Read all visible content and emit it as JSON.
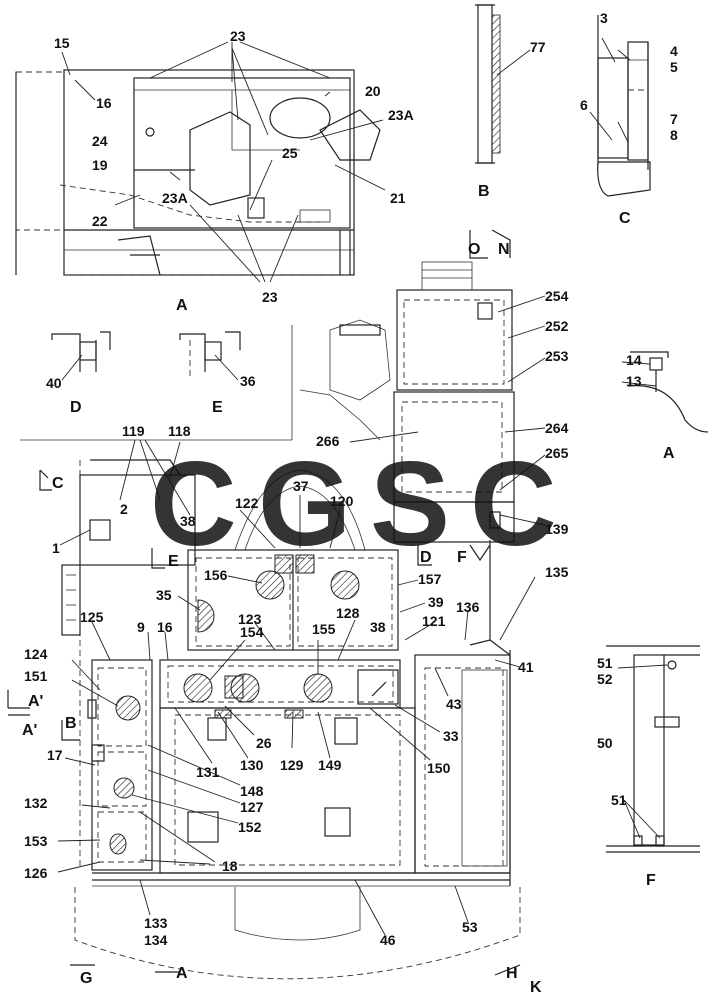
{
  "watermark": {
    "letters": [
      {
        "char": "C",
        "color": "#4f86e8"
      },
      {
        "char": "G",
        "color": "#e8675a"
      },
      {
        "char": "S",
        "color": "#f2c744"
      },
      {
        "char": "C",
        "color": "#3fa877"
      }
    ]
  },
  "view_labels": {
    "A_top": "A",
    "A_small": "A",
    "A_bottom": "A",
    "B": "B",
    "C": "C",
    "D": "D",
    "E": "E",
    "F": "F",
    "G": "G",
    "H": "H",
    "K": "K",
    "O": "O",
    "N": "N",
    "marker_C": "C",
    "marker_E": "E",
    "marker_D": "D",
    "marker_F": "F",
    "marker_A1": "A'",
    "marker_A2": "A'",
    "marker_B": "B"
  },
  "callouts": {
    "c15": "15",
    "c16a": "16",
    "c23a": "23",
    "c20": "20",
    "c23Aa": "23A",
    "c24": "24",
    "c25": "25",
    "c19": "19",
    "c21": "21",
    "c22": "22",
    "c23Ab": "23A",
    "c23b": "23",
    "c77": "77",
    "c3": "3",
    "c4": "4",
    "c5": "5",
    "c6": "6",
    "c7": "7",
    "c8": "8",
    "c254": "254",
    "c252": "252",
    "c253": "253",
    "c14": "14",
    "c13": "13",
    "c40": "40",
    "c36": "36",
    "c266": "266",
    "c264": "264",
    "c265": "265",
    "c139": "139",
    "c119": "119",
    "c118": "118",
    "c2": "2",
    "c1": "1",
    "c38a": "38",
    "c122": "122",
    "c37": "37",
    "c120": "120",
    "c156": "156",
    "c157": "157",
    "c135": "135",
    "c35": "35",
    "c39": "39",
    "c136": "136",
    "c123": "123",
    "c128": "128",
    "c121": "121",
    "c38b": "38",
    "c125": "125",
    "c9": "9",
    "c16b": "16",
    "c154": "154",
    "c155": "155",
    "c41": "41",
    "c124": "124",
    "c151": "151",
    "c43": "43",
    "c51a": "51",
    "c52": "52",
    "c50": "50",
    "c26": "26",
    "c33": "33",
    "c17": "17",
    "c131": "131",
    "c130": "130",
    "c129": "129",
    "c149": "149",
    "c150": "150",
    "c148": "148",
    "c132": "132",
    "c127": "127",
    "c152": "152",
    "c51b": "51",
    "c153": "153",
    "c18": "18",
    "c126": "126",
    "c133": "133",
    "c134": "134",
    "c46": "46",
    "c53": "53"
  }
}
